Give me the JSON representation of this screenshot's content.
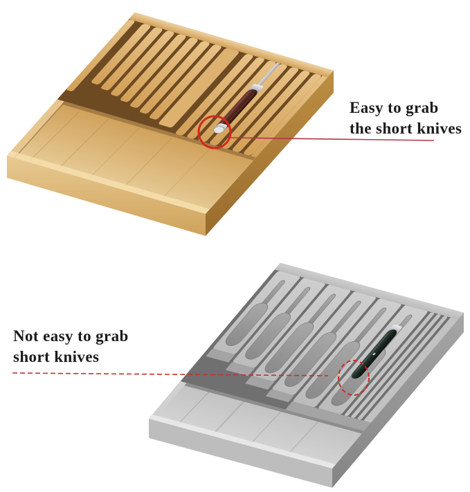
{
  "annotations": {
    "top_callout": {
      "line1": "Easy to grab",
      "line2": "the short knives"
    },
    "bottom_callout": {
      "line1": "Not easy to grab",
      "line2": "short knives"
    }
  },
  "colors": {
    "callout_text": "#1b1b1b",
    "top_leader_line_red": "#b23742",
    "top_highlight_circle_red": "#d4281e",
    "bottom_leader_dashed_red": "#c5302c",
    "bottom_highlight_circle_red": "#cc2b24",
    "bamboo_wood": "#d9ab67",
    "grayscale_wood": "#c6c6c6",
    "background": "#ffffff"
  },
  "figures": {
    "top_photo": "bamboo in-drawer knife organizer with short knife raised above slots",
    "bottom_photo": "grayscale in-drawer knife organizer with knife recessed flush in slot"
  }
}
